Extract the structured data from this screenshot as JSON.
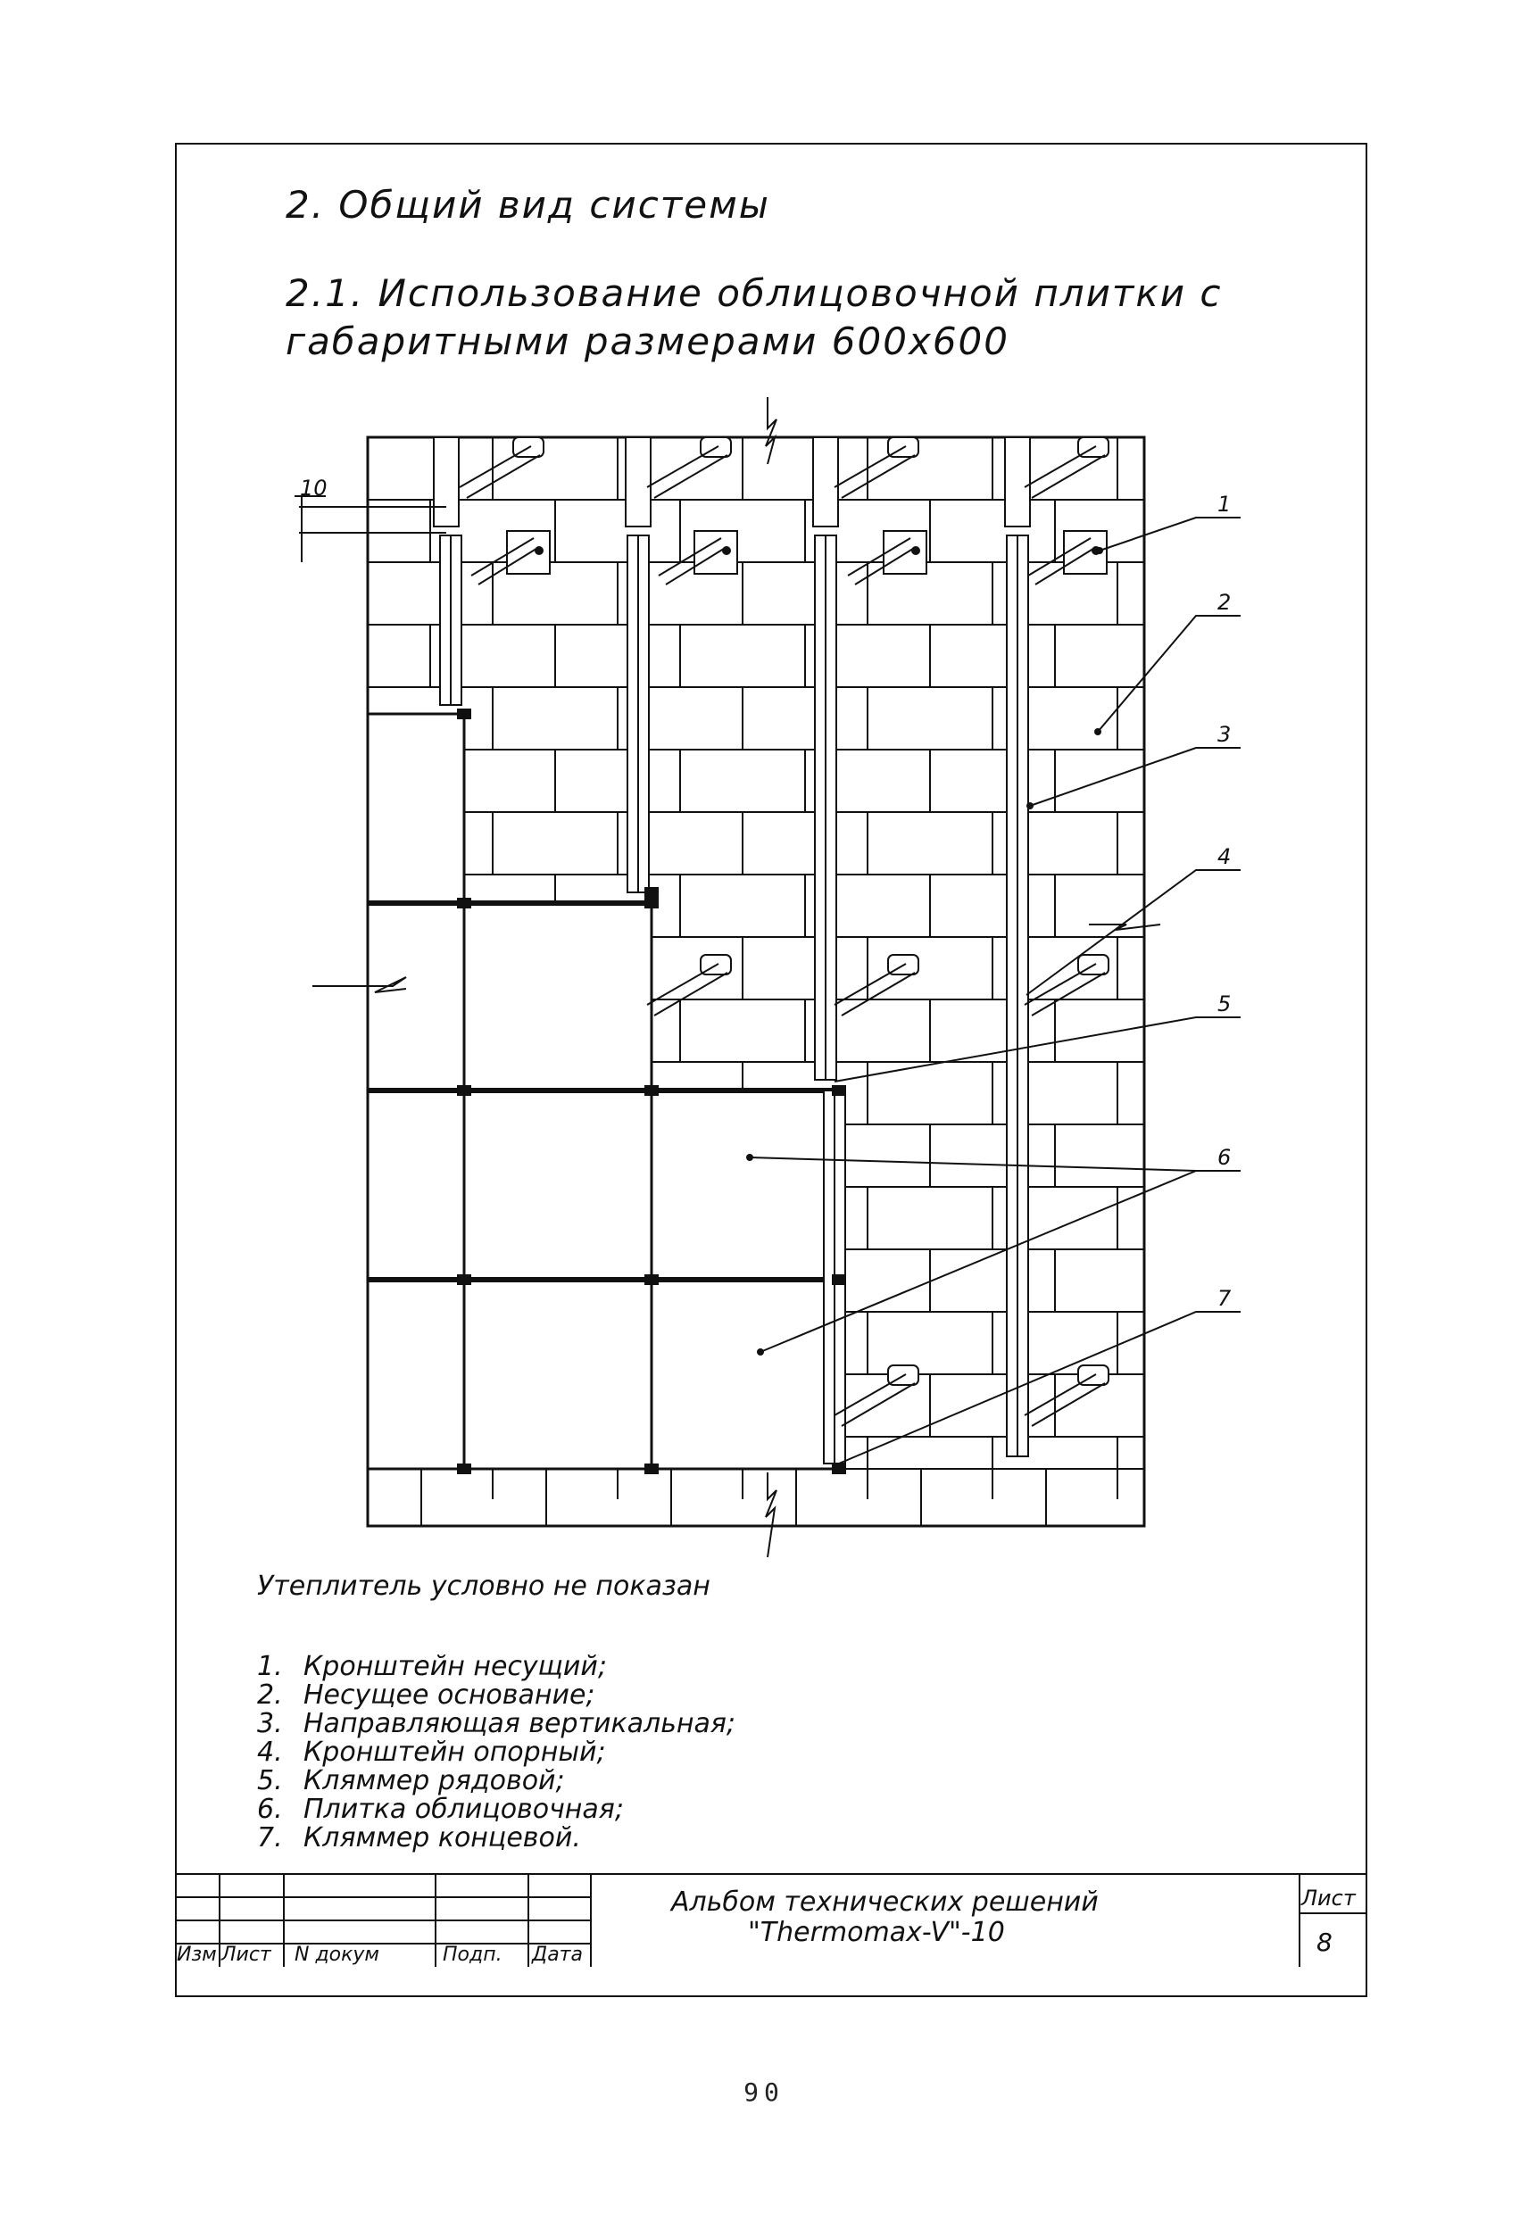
{
  "heading": "2. Общий вид системы",
  "subheading": "2.1. Использование облицовочной плитки с габаритными размерами 600х600",
  "dimension_label": "10",
  "callouts": [
    "1",
    "2",
    "3",
    "4",
    "5",
    "6",
    "7"
  ],
  "note": "Утеплитель условно не показан",
  "legend": [
    {
      "num": "1.",
      "text": "Кронштейн несущий;"
    },
    {
      "num": "2.",
      "text": "Несущее основание;"
    },
    {
      "num": "3.",
      "text": "Направляющая вертикальная;"
    },
    {
      "num": "4.",
      "text": "Кронштейн опорный;"
    },
    {
      "num": "5.",
      "text": "Кляммер рядовой;"
    },
    {
      "num": "6.",
      "text": "Плитка облицовочная;"
    },
    {
      "num": "7.",
      "text": "Кляммер концевой."
    }
  ],
  "title_block": {
    "title_line1": "Альбом технических решений",
    "title_line2": "\"Thermomax-V\"-10",
    "col_izm": "Изм",
    "col_list": "Лист",
    "col_doc": "N докум",
    "col_sign": "Подп.",
    "col_date": "Дата",
    "sheet_label": "Лист",
    "sheet_number": "8"
  },
  "page_number": "90"
}
